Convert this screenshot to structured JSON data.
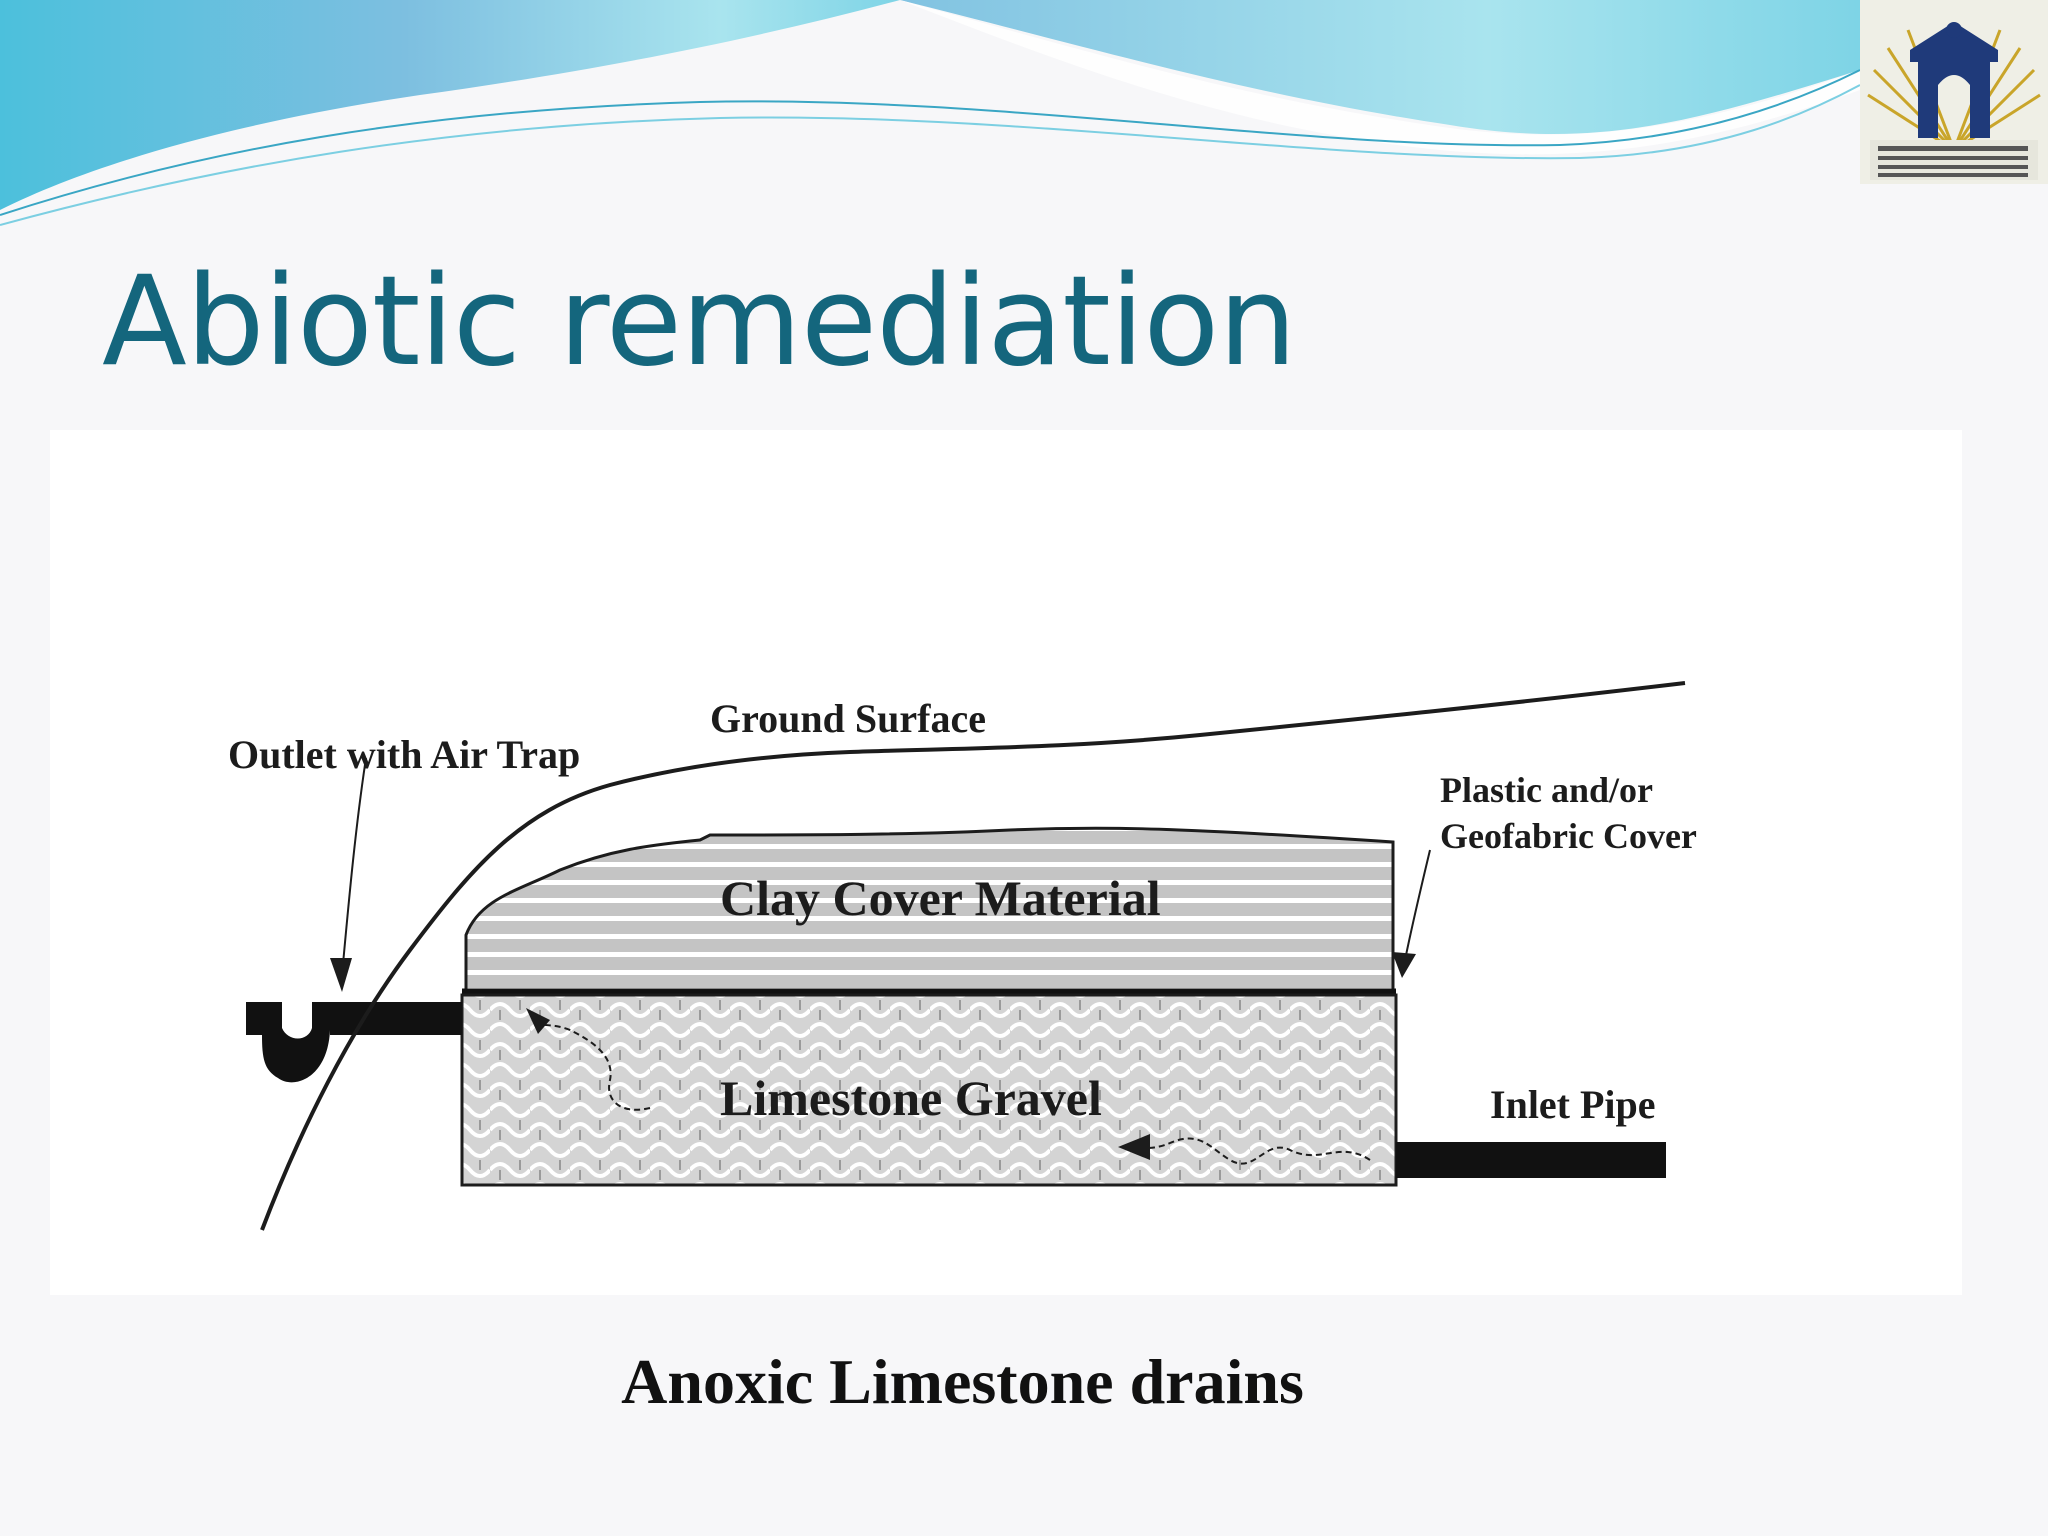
{
  "slide": {
    "title": "Abiotic remediation",
    "caption": "Anoxic Limestone drains"
  },
  "diagram": {
    "labels": {
      "ground_surface": "Ground Surface",
      "outlet": "Outlet with Air Trap",
      "cover_line1": "Plastic and/or",
      "cover_line2": "Geofabric Cover",
      "clay": "Clay Cover Material",
      "limestone": "Limestone Gravel",
      "inlet": "Inlet Pipe"
    }
  },
  "colors": {
    "title": "#14667d",
    "wave_light": "#a8e3f0",
    "wave_dark": "#5aaed6",
    "clay_fill": "#c7c7c7",
    "gravel_fill": "#d6d6d6"
  },
  "icons": {
    "logo": "university-arch-logo"
  }
}
